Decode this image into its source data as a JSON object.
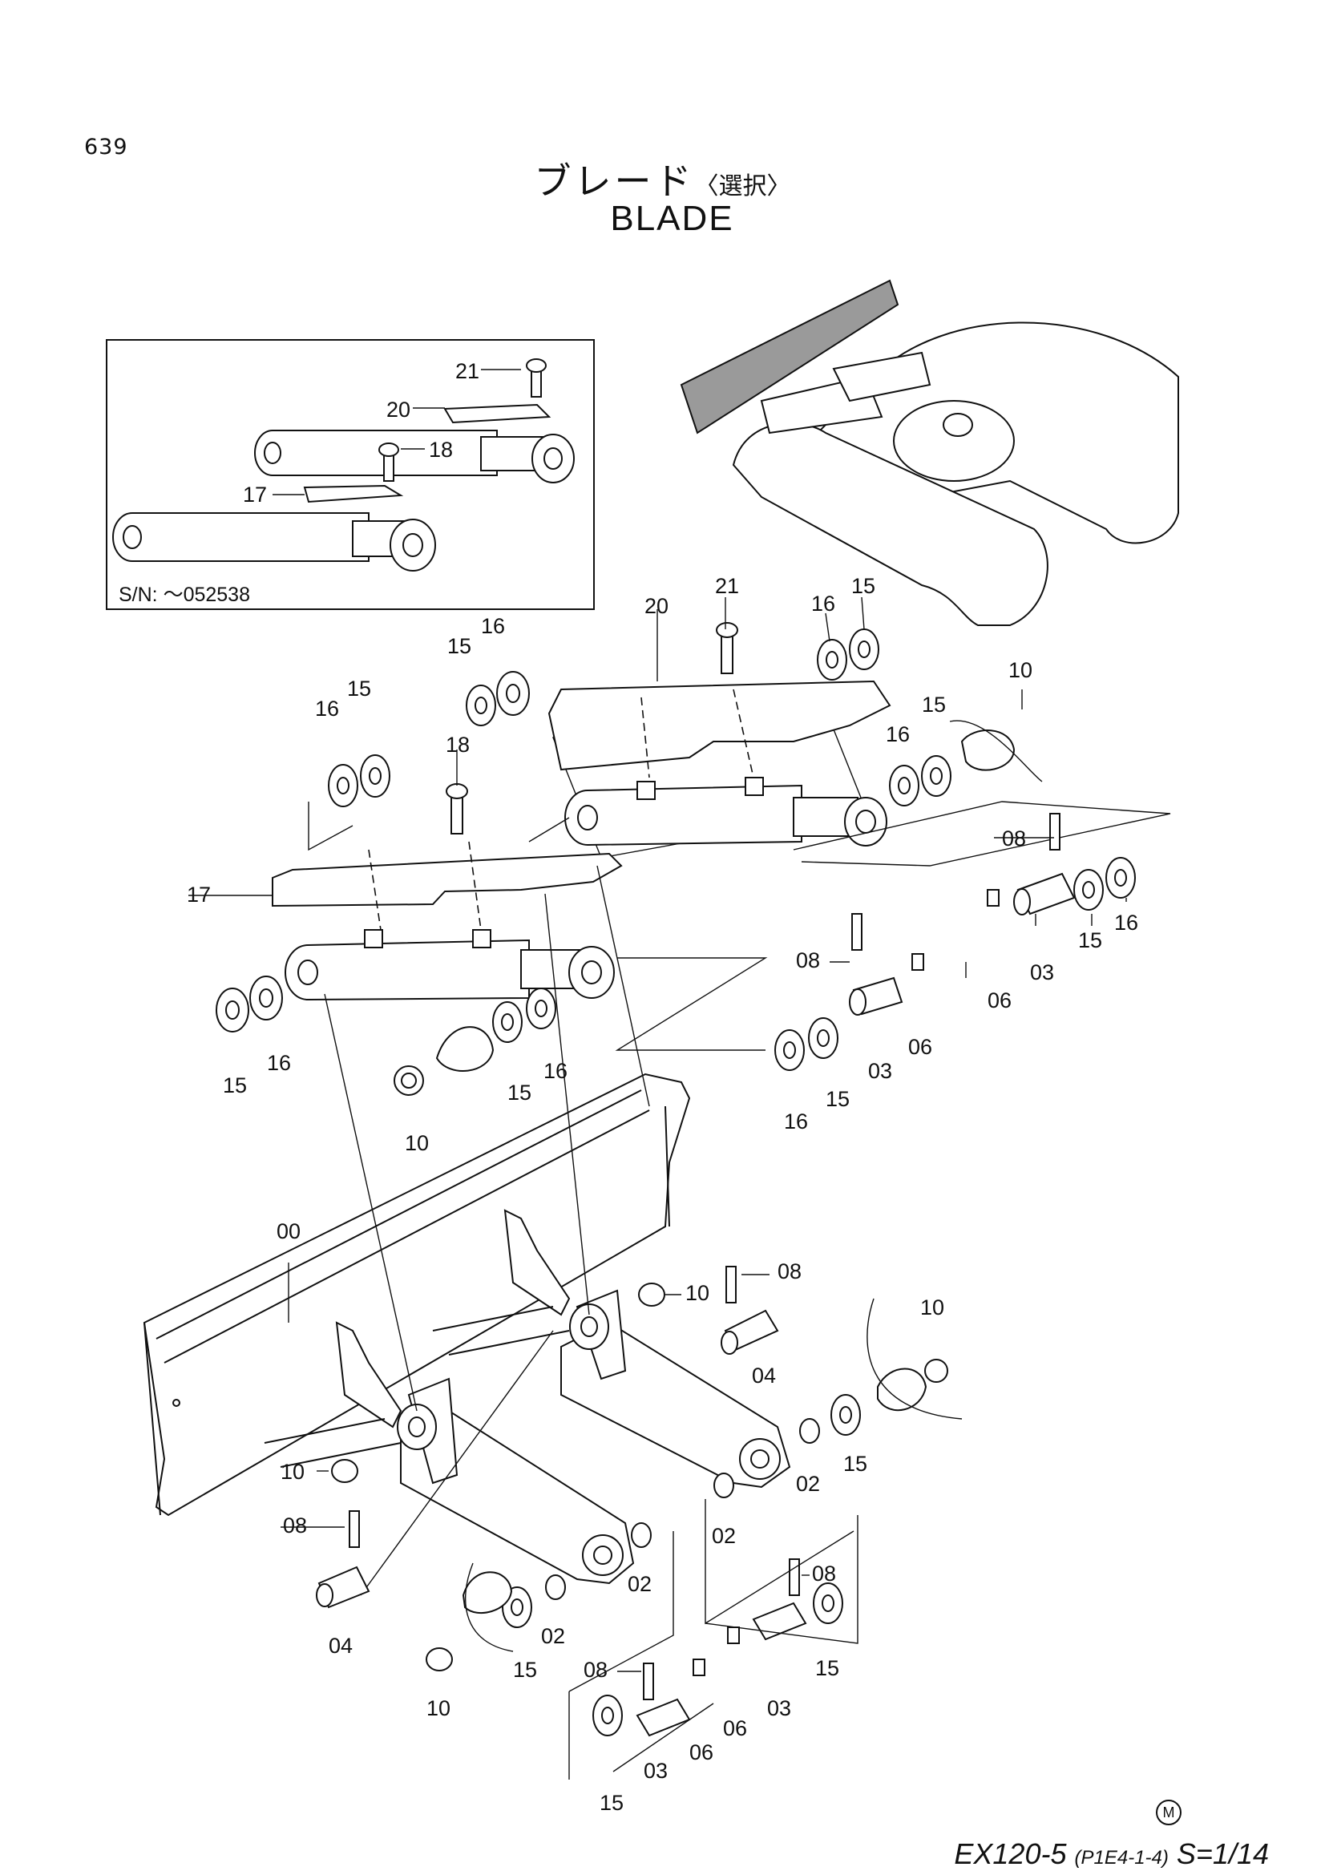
{
  "page": {
    "number": "639"
  },
  "title": {
    "japanese": "ブレード",
    "japanese_sub": "〈選択〉",
    "english": "BLADE"
  },
  "inset": {
    "serial_label": "S/N: ～052538"
  },
  "callouts": [
    {
      "id": "c21i",
      "label": "21"
    },
    {
      "id": "c20i",
      "label": "20"
    },
    {
      "id": "c18i",
      "label": "18"
    },
    {
      "id": "c17i",
      "label": "17"
    },
    {
      "id": "c21",
      "label": "21"
    },
    {
      "id": "c20",
      "label": "20"
    },
    {
      "id": "c16a",
      "label": "16"
    },
    {
      "id": "c15a",
      "label": "15"
    },
    {
      "id": "c10a",
      "label": "10"
    },
    {
      "id": "c15b",
      "label": "15"
    },
    {
      "id": "c16b",
      "label": "16"
    },
    {
      "id": "c15c",
      "label": "15"
    },
    {
      "id": "c16c",
      "label": "16"
    },
    {
      "id": "c16d",
      "label": "16"
    },
    {
      "id": "c15d",
      "label": "15"
    },
    {
      "id": "c18",
      "label": "18"
    },
    {
      "id": "c08a",
      "label": "08"
    },
    {
      "id": "c17",
      "label": "17"
    },
    {
      "id": "c15e",
      "label": "15"
    },
    {
      "id": "c16e",
      "label": "16"
    },
    {
      "id": "c06a",
      "label": "06"
    },
    {
      "id": "c03a",
      "label": "03"
    },
    {
      "id": "c08b",
      "label": "08"
    },
    {
      "id": "c06b",
      "label": "06"
    },
    {
      "id": "c15f",
      "label": "15"
    },
    {
      "id": "c16f",
      "label": "16"
    },
    {
      "id": "c15g",
      "label": "15"
    },
    {
      "id": "c16g",
      "label": "16"
    },
    {
      "id": "c03b",
      "label": "03"
    },
    {
      "id": "c15h",
      "label": "15"
    },
    {
      "id": "c16h",
      "label": "16"
    },
    {
      "id": "c10b",
      "label": "10"
    },
    {
      "id": "c00",
      "label": "00"
    },
    {
      "id": "c08c",
      "label": "08"
    },
    {
      "id": "c10c",
      "label": "10"
    },
    {
      "id": "c10d",
      "label": "10"
    },
    {
      "id": "c04a",
      "label": "04"
    },
    {
      "id": "c15i",
      "label": "15"
    },
    {
      "id": "c02a",
      "label": "02"
    },
    {
      "id": "c10e",
      "label": "10"
    },
    {
      "id": "c02b",
      "label": "02"
    },
    {
      "id": "c08d",
      "label": "08"
    },
    {
      "id": "c02c",
      "label": "02"
    },
    {
      "id": "c02d",
      "label": "02"
    },
    {
      "id": "c04b",
      "label": "04"
    },
    {
      "id": "c08e",
      "label": "08"
    },
    {
      "id": "c15j",
      "label": "15"
    },
    {
      "id": "c15k",
      "label": "15"
    },
    {
      "id": "c03c",
      "label": "03"
    },
    {
      "id": "c10f",
      "label": "10"
    },
    {
      "id": "c08f",
      "label": "08"
    },
    {
      "id": "c06c",
      "label": "06"
    },
    {
      "id": "c06d",
      "label": "06"
    },
    {
      "id": "c03d",
      "label": "03"
    },
    {
      "id": "c15l",
      "label": "15"
    }
  ],
  "footer": {
    "model": "EX120-5",
    "code": "(P1E4-1-4)",
    "scale": "S=1/14",
    "mark": "M"
  }
}
